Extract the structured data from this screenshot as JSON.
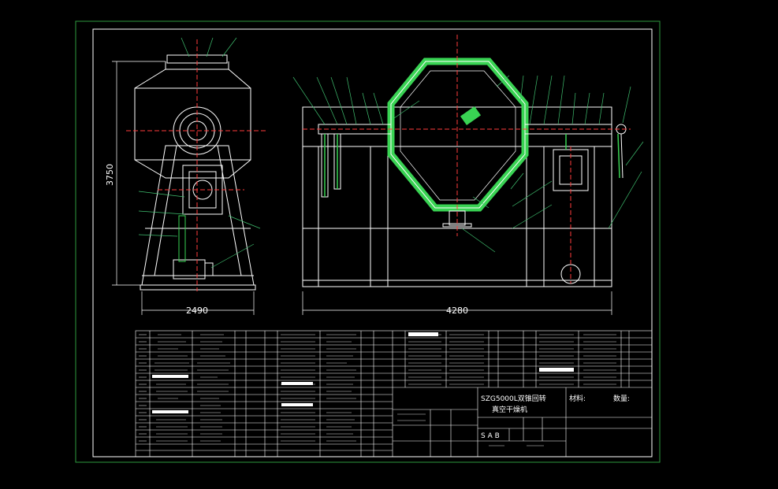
{
  "colors": {
    "background": "#000000",
    "frame": "#2e9a3e",
    "line": "#ffffff",
    "insulation": "#39d353",
    "accent": "#ff3b3b",
    "leader": "#3fbf6f"
  },
  "dimensions": {
    "side_height": "3750",
    "side_width": "2490",
    "front_width": "4280"
  },
  "title_block": {
    "product_title": "SZG5000L双锥回转",
    "product_subtitle": "真空干燥机",
    "material_label": "材料:",
    "quantity_label": "数量:",
    "stage_mark": "S A B"
  }
}
